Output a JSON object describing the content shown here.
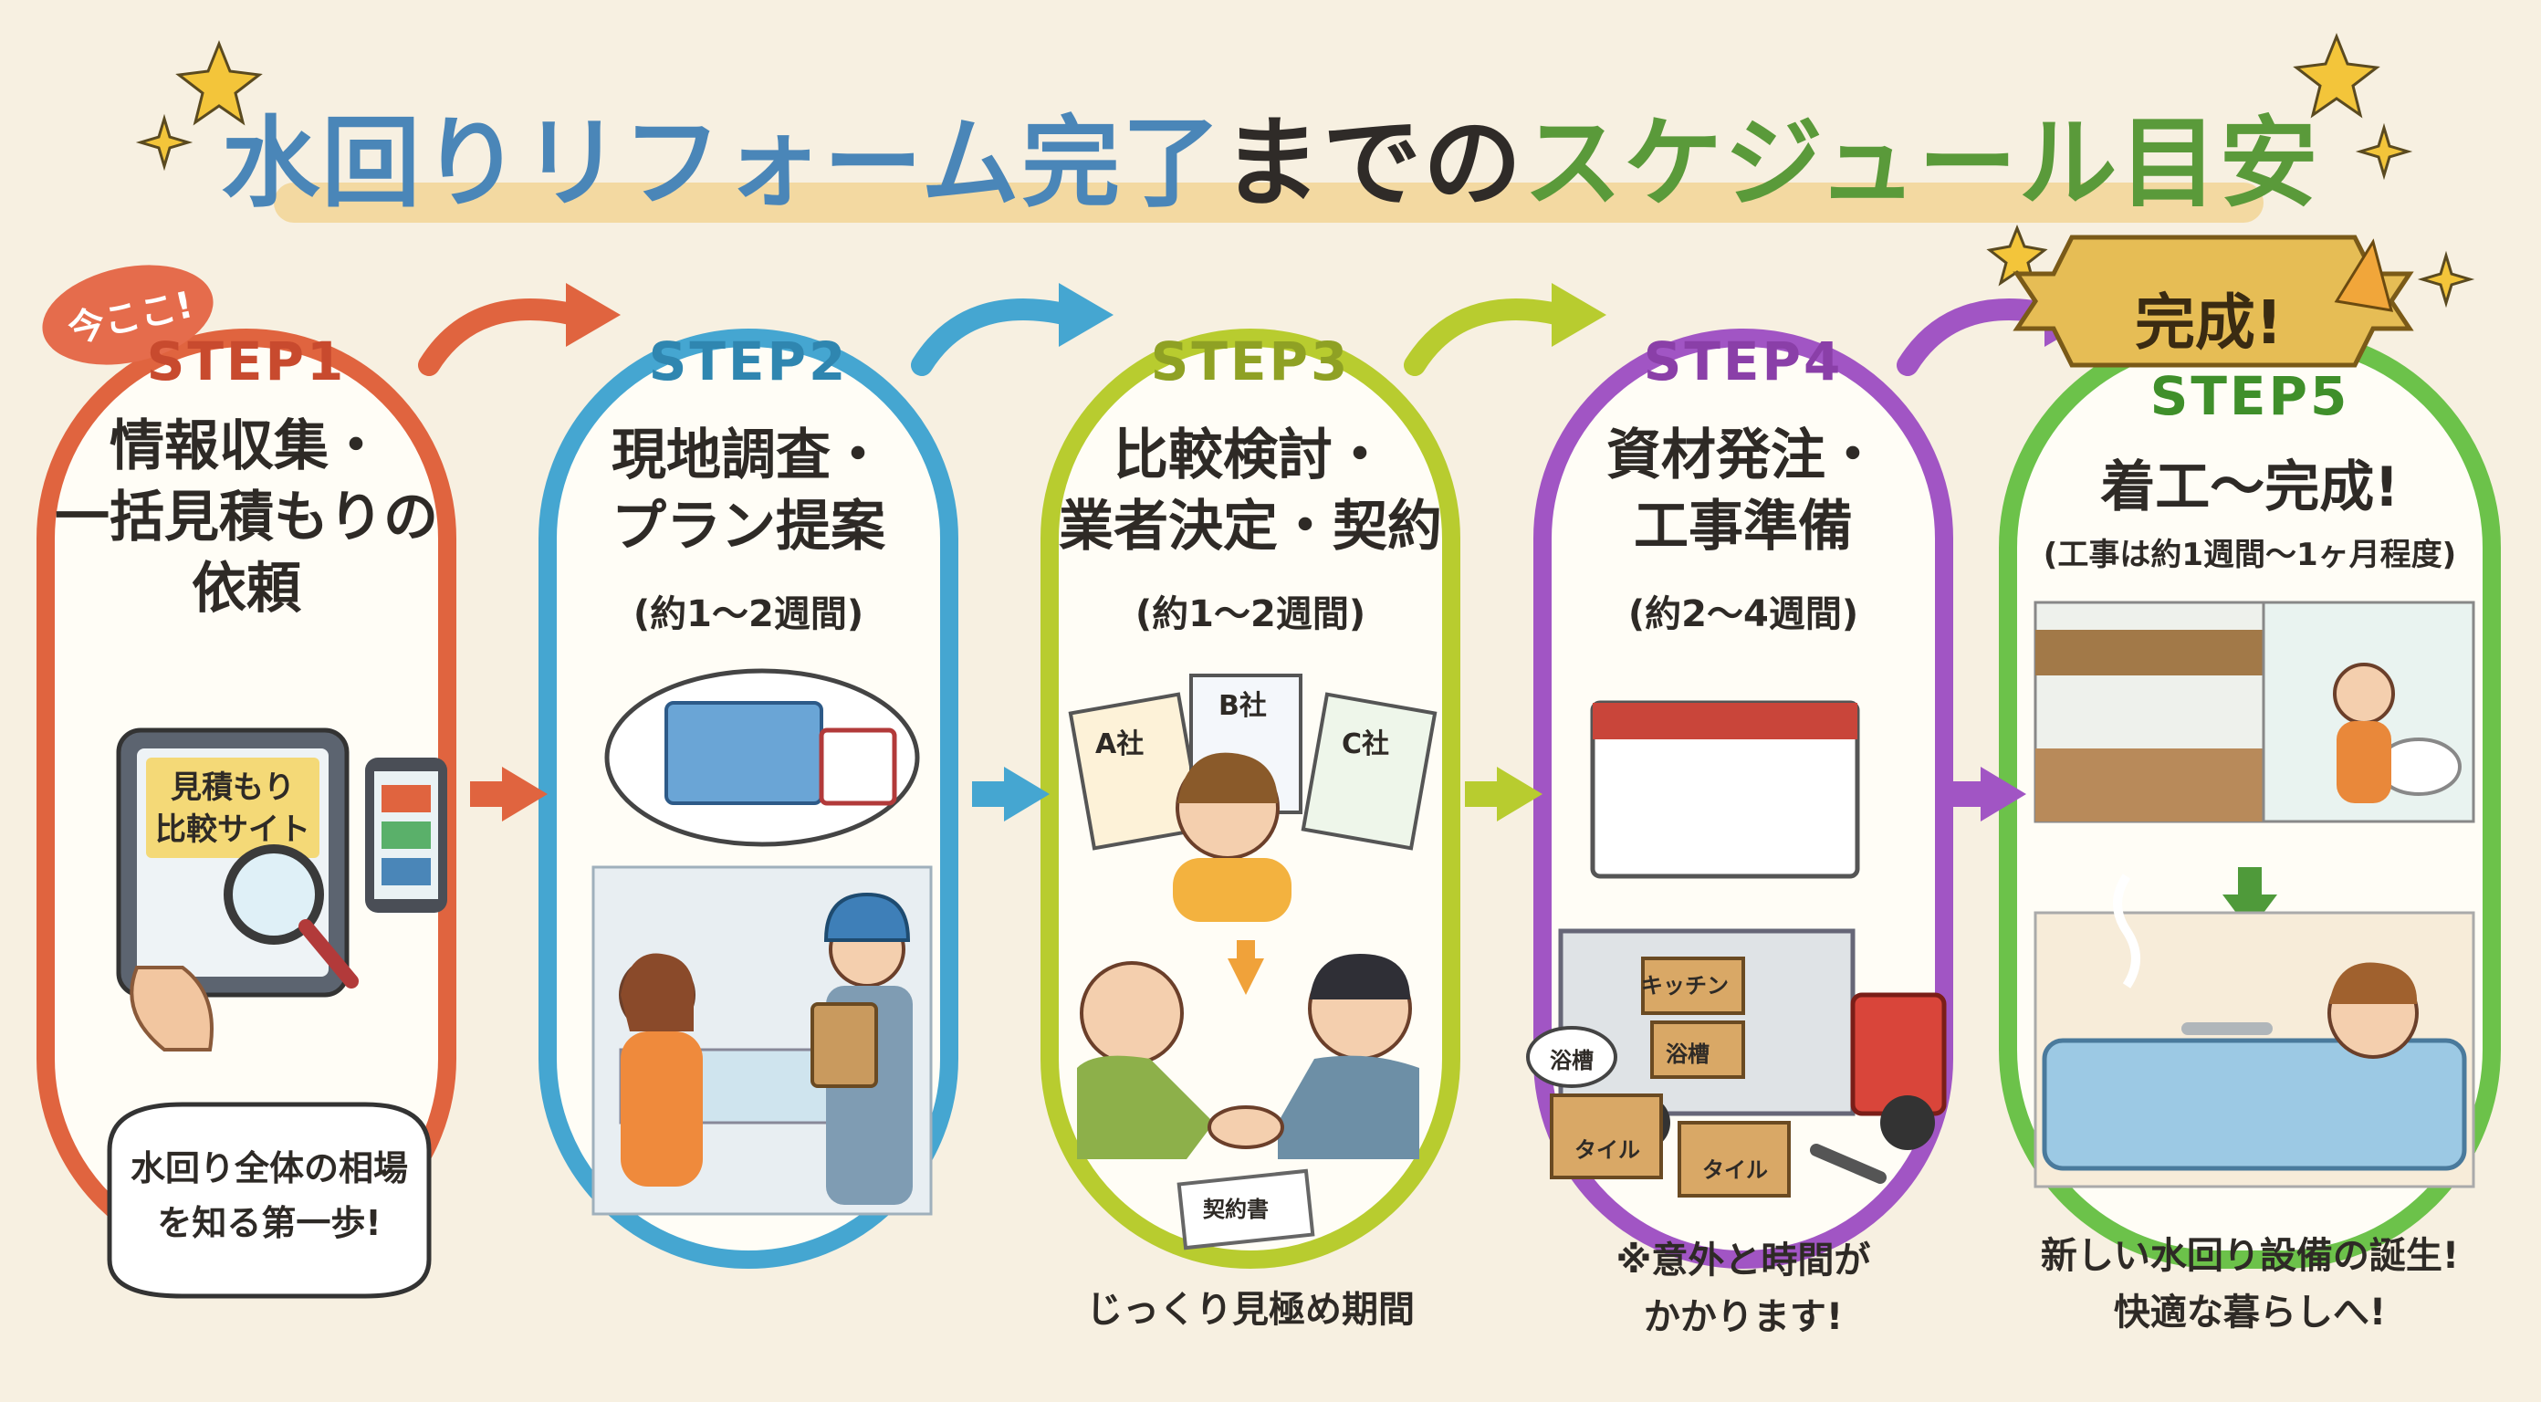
{
  "title": {
    "part1": "水回りリフォーム完了",
    "part2": "までの",
    "part3": "スケジュール目安"
  },
  "colors": {
    "step1": "#e0643f",
    "step2": "#45a6d1",
    "step3": "#b8cc2f",
    "step4": "#a155c4",
    "step5": "#6cc24a",
    "background": "#f7f0e1"
  },
  "badge": "今ここ!",
  "steps": [
    {
      "label": "STEP1",
      "title_lines": [
        "情報収集・",
        "一括見積もりの",
        "依頼"
      ],
      "duration": "",
      "note_lines": [
        "水回り全体の相場",
        "を知る第一歩!"
      ],
      "illustration": [
        "見積もり",
        "比較サイト"
      ]
    },
    {
      "label": "STEP2",
      "title_lines": [
        "現地調査・",
        "プラン提案"
      ],
      "duration": "(約1〜2週間)",
      "note_lines": []
    },
    {
      "label": "STEP3",
      "title_lines": [
        "比較検討・",
        "業者決定・契約"
      ],
      "duration": "(約1〜2週間)",
      "note_lines": [
        "じっくり見極め期間"
      ],
      "illustration": [
        "A社",
        "B社",
        "C社",
        "契約書"
      ]
    },
    {
      "label": "STEP4",
      "title_lines": [
        "資材発注・",
        "工事準備"
      ],
      "duration": "(約2〜4週間)",
      "note_lines": [
        "※意外と時間が",
        "かかります!"
      ],
      "illustration": [
        "キッチン",
        "浴槽",
        "浴槽",
        "タイル",
        "タイル"
      ]
    },
    {
      "label": "STEP5",
      "title_lines": [
        "着工〜完成!"
      ],
      "duration": "(工事は約1週間〜1ヶ月程度)",
      "note_lines": [
        "新しい水回り設備の誕生!",
        "快適な暮らしへ!"
      ],
      "banner": "完成!"
    }
  ]
}
